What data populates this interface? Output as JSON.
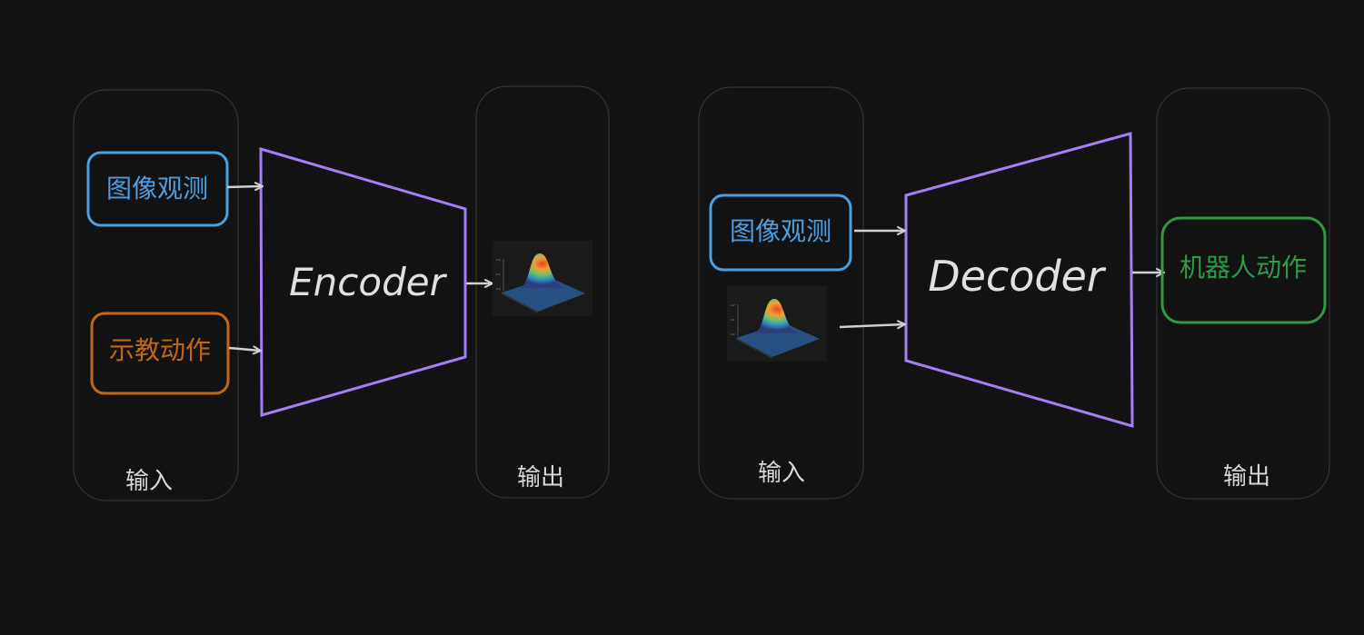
{
  "encoder_section": {
    "input_label": "输入",
    "output_label": "输出",
    "image_obs_label": "图像观测",
    "demo_action_label": "示教动作",
    "encoder_label": "Encoder"
  },
  "decoder_section": {
    "input_label": "输入",
    "output_label": "输出",
    "image_obs_label": "图像观测",
    "decoder_label": "Decoder",
    "robot_action_label": "机器人动作"
  },
  "colors": {
    "background": "#121212",
    "blue": "#4a9fe0",
    "orange": "#c4680c",
    "green": "#2f9a46",
    "purple": "#a57ef5",
    "arrow": "#d0d0d0",
    "container_border": "#3a3a3a"
  }
}
